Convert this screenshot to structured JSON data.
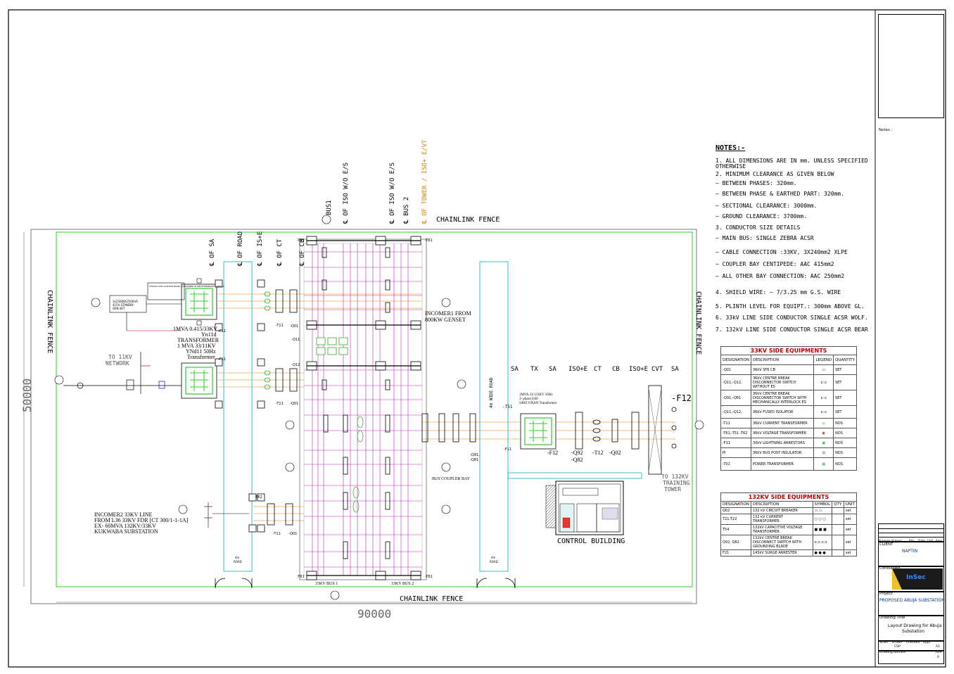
{
  "notes": {
    "title": "NOTES:-",
    "items": [
      "1.   ALL DIMENSIONS ARE IN mm. UNLESS SPECIFIED",
      "     OTHERWISE",
      "2.  MINIMUM CLEARANCE AS GIVEN BELOW",
      "   – BETWEEN PHASES: 320mm.",
      "   – BETWEEN PHASE & EARTHED PART: 320mm.",
      "   – SECTIONAL CLEARANCE: 3000mm.",
      "   – GROUND CLEARANCE: 3700mm.",
      "3.  CONDUCTOR SIZE DETAILS",
      "   – MAIN BUS: SINGLE ZEBRA ACSR",
      "   – CABLE CONNECTION :33KV, 3X240mm2 XLPE",
      "   – COUPLER BAY CENTIPEDE: AAC 415mm2",
      "  – ALL OTHER BAY CONNECTION: AAC 250mm2",
      "4.  SHIELD WIRE:        – 7/3.25 mm G.S. WIRE",
      "5.  PLINTH LEVEL FOR EQUIPT.: 300mm ABOVE GL.",
      "6.  33kV LINE SIDE CONDUCTOR SINGLE ACSR WOLF.",
      "7.  132kV LINE SIDE CONDUCTOR SINGLE ACSR BEAR"
    ]
  },
  "table33": {
    "title": "33KV SIDE EQUIPMENTS",
    "headers": [
      "DESIGNATION",
      "DESCRIPTION",
      "LEGEND",
      "QUANTITY"
    ],
    "rows": [
      [
        "-Q01",
        "36kV SF6 CB",
        "SET"
      ],
      [
        "-Q11,-Q12,",
        "36kV CENTRE BREAK DISCONNECTOR SWITCH WITHOUT ES",
        "SET"
      ],
      [
        "-Q91,-Q81",
        "36kV CENTRE BREAK DISCONNECTOR SWITCH WITH MECHANICALLY INTERLOCK ES",
        "SET"
      ],
      [
        "-Q11,-Q12,",
        "36kV FUSED ISOLATOR",
        "SET"
      ],
      [
        "-T11",
        "36kV CURRENT TRANSFORMER",
        "NOS"
      ],
      [
        "-T61,-T51 -T62",
        "36kV VOLTAGE TRANSFORMER",
        "NOS"
      ],
      [
        "-F11",
        "30kV LIGHTNING ARRESTORS",
        "NOS"
      ],
      [
        "PI",
        "36kV BUS POST INSULATOR",
        "NOS"
      ],
      [
        "-T01",
        "POWER TRANSFORMER",
        "NOS"
      ]
    ]
  },
  "table132": {
    "title": "132KV SIDE EQUIPMENTS",
    "headers": [
      "DESIGNATION",
      "DESCRIPTION",
      "SYMBOL",
      "QTY.",
      "UNIT"
    ],
    "rows": [
      [
        "Q02",
        "132 kV CIRCUIT BREAKER",
        "set"
      ],
      [
        "T21,T22",
        "132 kV CURRENT TRANSFORMER",
        "set"
      ],
      [
        "T54",
        "132kV CAPACITIVE VOLTAGE TRANSFORMER",
        "set"
      ],
      [
        "Q92, Q82",
        "132kV CENTRE BREAK DISCONNECT SWITCH WITH GROUNDING BLADE",
        "set"
      ],
      [
        "F21",
        "145kV SURGE ARRESTER",
        "set"
      ]
    ]
  },
  "titleblock": {
    "notes_label": "Notes :",
    "purpose_label": "Purpose of Issue",
    "rev_headers": [
      "Rev",
      "Date",
      "Ckd",
      "Appr"
    ],
    "client_label": "CLIENT",
    "client": "NAPTIN",
    "consultant_label": "Consultant",
    "logo_text": "InSec",
    "project_label": "Project",
    "project": "PROPOSED ABUJA SUBSTATION",
    "drawing_title_label": "Drawing Title",
    "drawing_title_1": "Layout Drawing for Abuja",
    "drawing_title_2": "Substation",
    "scale_label": "Scale",
    "drawn_label": "Drawn",
    "checked_label": "Checked",
    "appr_label": "Appr",
    "drawn_by": "CSP",
    "size": "A1",
    "drawing_number_label": "Drawing Number",
    "rev_label": "Rev",
    "rev": "0"
  },
  "drawing": {
    "fence_top": "CHAINLINK FENCE",
    "fence_bottom": "CHAINLINK FENCE",
    "fence_left": "CHAINLINK FENCE",
    "fence_right": "CHAINLINK FENCE",
    "dim_width": "90000",
    "dim_height": "50000",
    "bus1_top": "BUS1",
    "bus2_top": "BUS 2",
    "bus1_bottom": "33KV BUS 1",
    "bus2_bottom": "33KV BUS 2",
    "control_building": "CONTROL BUILDING",
    "incomer1": "INCOMER1 FROM",
    "incomer1b": "800KW GENSET",
    "bus_coupler": "BUS COUPLER BAY",
    "to_11kv": "TO 11KV",
    "network": "NETWORK",
    "to_132kv": "TO 132KV",
    "training": "TRAINING",
    "tower": "TOWER",
    "wide_road": "4m WIDE ROAD",
    "road_4m": "4m",
    "road_label": "ROAD",
    "xfmr1_a": "1MVA 0.415/33KV",
    "xfmr1_b": "Yn11d",
    "xfmr1_c": "TRANSFORMER",
    "xfmr2_a": "1 MVA  33/11KV",
    "xfmr2_b": "YNd11 50Hz",
    "xfmr2_c": "Transformer",
    "xfmr3_a": "1MVA 33/132KV 50Hz",
    "xfmr3_b": "3- phase D40",
    "xfmr3_c": "50HZ ONAN Transformer",
    "incomer2_a": "INCOMER2 33KV LINE",
    "incomer2_b": "FROM L36 33KV FDR [CT 300/1-1-1A]",
    "incomer2_c": "EX- 60MVA 132KV/33KV",
    "incomer2_d": "KUKWABA SUBSTATION",
    "gen_a": "3x250KW/250KVA",
    "gen_b": "415V STANDBY",
    "gen_c": "GEN SET",
    "lv_panel": "200KVA LOW VOLTAGE PANEL CONTAINED IN WEATHERPROOF CUBICLE",
    "cl_sa": "℄ OF SA",
    "cl_road": "℄ OF ROAD",
    "cl_ise": "℄ OF IS+E",
    "cl_ct": "℄ OF CT",
    "cl_cb": "℄ OF CB",
    "cl_iso1": "℄ OF ISO W/O E/S",
    "cl_iso2": "℄ OF ISO W/O E/S",
    "cl_bus2": "℄ BUS 2",
    "cl_tower": "℄ OF TOWER / ISO+ E/VT",
    "bay132": [
      "SA",
      "TX",
      "SA",
      "ISO+E",
      "CT",
      "CB",
      "ISO+E",
      "CVT",
      "SA"
    ],
    "f12_big": "-F12",
    "f12_small": "-F12",
    "q92": "-Q92",
    "q82": "-Q82",
    "t12": "-T12",
    "q02": "-Q02",
    "t51": "-T51",
    "t61a": "-T61",
    "t61b": "-T61",
    "t61c": "-T61",
    "t61d": "-T61",
    "f11a": "-F11",
    "f11b": "-F11",
    "f11c": "-F11",
    "t11a": "-T11",
    "t11b": "-T11",
    "t11c": "-T11",
    "q01a": "-Q01",
    "q01b": "-Q01",
    "q01c": "-Q01",
    "q11": "-Q11",
    "q12": "-Q12",
    "q91": "-Q91,",
    "q81": "-Q81",
    "t62": "-T62"
  }
}
